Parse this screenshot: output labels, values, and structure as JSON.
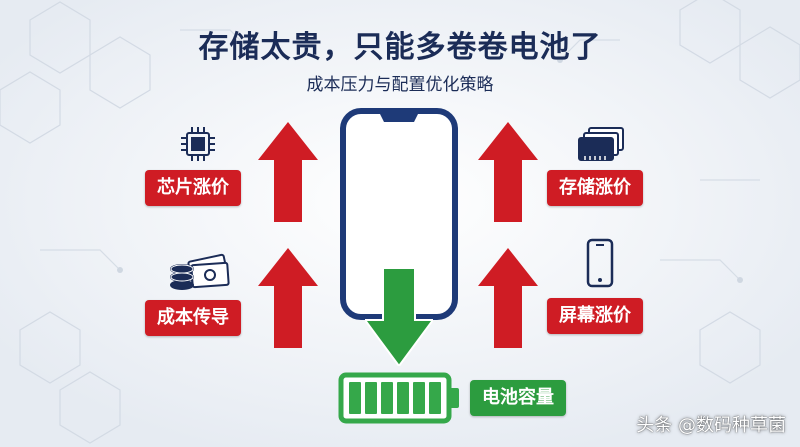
{
  "title": "存储太贵，只能多卷卷电池了",
  "subtitle": "成本压力与配置优化策略",
  "labels": {
    "chip": "芯片涨价",
    "cost": "成本传导",
    "storage": "存储涨价",
    "screen": "屏幕涨价",
    "battery": "电池容量"
  },
  "watermark": "头条 @数码种草菌",
  "colors": {
    "up_arrow": "#cf1c24",
    "down_arrow": "#2c9c3f",
    "title": "#1b2c57",
    "phone_frame": "#1e3a78",
    "battery_green": "#35a84a"
  },
  "icons": {
    "chip": "chip-icon",
    "cost": "coins-cash-icon",
    "storage": "memory-cards-icon",
    "screen": "smartphone-icon",
    "battery": "battery-full-icon"
  }
}
